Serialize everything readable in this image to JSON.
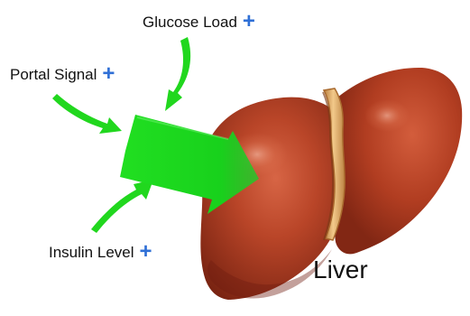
{
  "labels": {
    "glucose_load": "Glucose Load",
    "portal_signal": "Portal Signal",
    "insulin_level": "Insulin Level",
    "liver": "Liver"
  },
  "plus_symbol": "+",
  "colors": {
    "liver_main": "#b33a1f",
    "liver_shadow": "#7d2210",
    "liver_highlight": "#d85a3a",
    "ligament": "#d8a45c",
    "arrow_green": "#22dd22",
    "arrow_dark_green": "#19b61b",
    "plus_blue": "#2f6fd6"
  },
  "icons": {
    "plus": "plus-icon",
    "arrow": "green-arrow-icon"
  }
}
